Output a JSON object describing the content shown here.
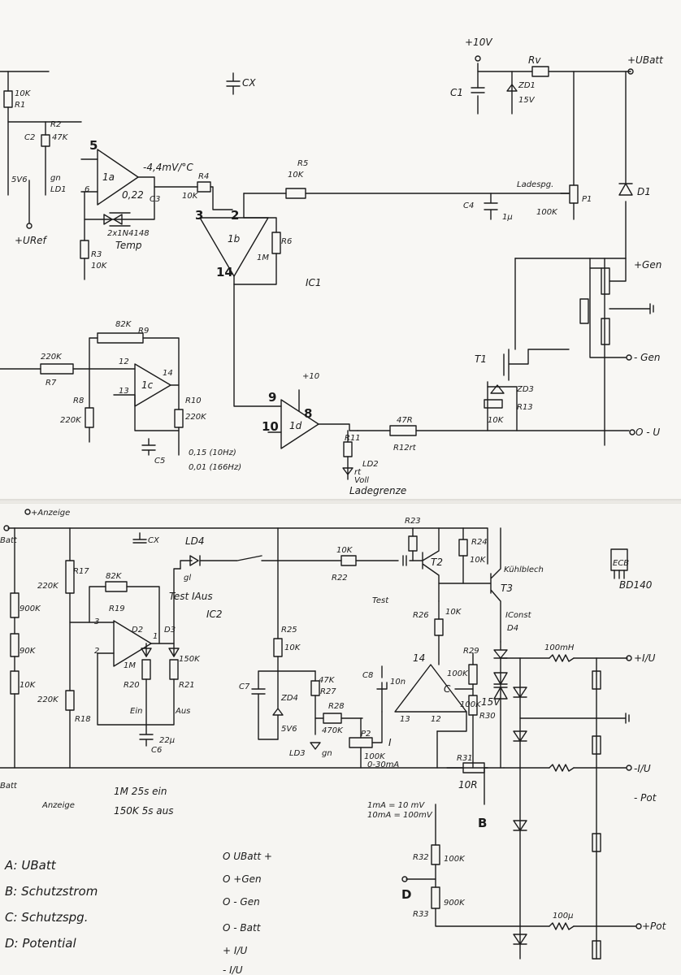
{
  "top": {
    "labels": [
      "+10V",
      "Rv",
      "+UBatt",
      "CX",
      "C1",
      "ZD1",
      "15V",
      "10K",
      "R1",
      "R2",
      "47K",
      "C2",
      "5V6",
      "gn",
      "LD1",
      "5",
      "1a",
      "6",
      "-4,4mV/°C",
      "R4",
      "0,22",
      "C3",
      "10K",
      "2x1N4148",
      "Temp",
      "+URef",
      "R3",
      "10K",
      "R5",
      "10K",
      "3",
      "2",
      "1b",
      "R6",
      "1M",
      "14",
      "C4",
      "1μ",
      "Ladespg.",
      "P1",
      "100K",
      "D1",
      "IC1",
      "+Gen",
      "- Gen",
      "T1",
      "ZD3",
      "R13",
      "10K",
      "82K",
      "R9",
      "220K",
      "R7",
      "12",
      "1c",
      "13",
      "14",
      "R8",
      "220K",
      "R10",
      "220K",
      "C5",
      "0,15 (10Hz)",
      "0,01 (166Hz)",
      "+10",
      "9",
      "1d",
      "8",
      "10",
      "47R",
      "R12rt",
      "R11",
      "LD2",
      "rt",
      "Voll",
      "Ladegrenze",
      "O - U"
    ]
  },
  "bottom": {
    "labels": [
      "+Anzeige",
      "Batt",
      "CX",
      "LD4",
      "gl",
      "Test IAus",
      "10K",
      "R22",
      "R23",
      "R24",
      "10K",
      "T2",
      "T3",
      "Kühlblech",
      "BD140",
      "ECB",
      "R17",
      "220K",
      "900K",
      "90K",
      "10K",
      "82K",
      "R19",
      "3",
      "1",
      "2",
      "D2",
      "D3",
      "1M",
      "R20",
      "R21",
      "150K",
      "Ein",
      "Aus",
      "C6",
      "22μ",
      "220K",
      "R18",
      "IC2",
      "R25",
      "10K",
      "C7",
      "47K",
      "R27",
      "ZD4",
      "5V6",
      "R28",
      "470K",
      "LD3",
      "gn",
      "P2",
      "100K",
      "0-30mA",
      "I",
      "Test",
      "R26",
      "10K",
      "14",
      "C8",
      "10n",
      "C",
      "13",
      "12",
      "R29",
      "100K",
      "100K",
      "R30",
      "15V",
      "D4",
      "IConst",
      "100mH",
      "+I/U",
      "-I/U",
      "- Pot",
      "R31",
      "10R",
      "B",
      "Batt",
      "Anzeige",
      "1M   25s ein",
      "150K   5s aus",
      "1mA = 10 mV",
      "10mA = 100mV",
      "R32",
      "100K",
      "D",
      "900K",
      "R33",
      "100μ",
      "+Pot"
    ]
  },
  "legend": {
    "items": [
      "A: UBatt",
      "B: Schutzstrom",
      "C: Schutzspg.",
      "D: Potential"
    ]
  },
  "terminals": {
    "items": [
      "O UBatt +",
      "O +Gen",
      "O - Gen",
      "O - Batt",
      "+ I/U",
      "- I/U"
    ]
  }
}
